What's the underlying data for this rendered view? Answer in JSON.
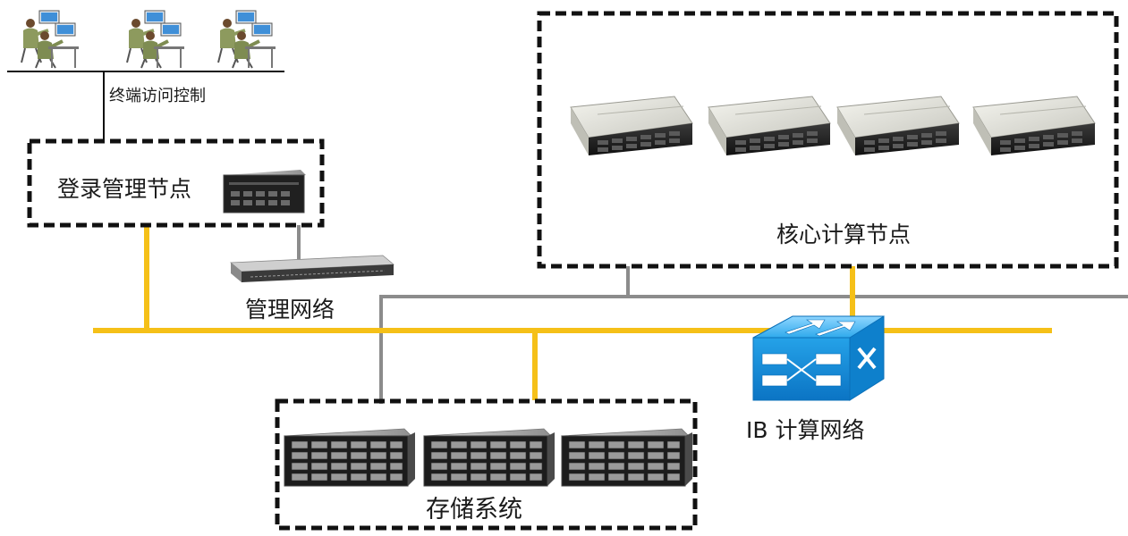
{
  "labels": {
    "terminal_access": "终端访问控制",
    "login_node": "登录管理节点",
    "core_compute": "核心计算节点",
    "management_network": "管理网络",
    "ib_network": "IB 计算网络",
    "storage_system": "存储系统"
  },
  "colors": {
    "ib_link": "#f5c018",
    "mgmt_link": "#8c8c8c",
    "boundary": "#111111",
    "ib_switch": "#1aa3e6"
  },
  "icons": {
    "workstation": "operator-workstation-icon",
    "login_server": "rack-server-icon",
    "mgmt_switch": "ethernet-switch-icon",
    "compute_server": "compute-server-icon",
    "storage_server": "storage-array-icon",
    "ib_switch": "ib-switch-icon"
  }
}
